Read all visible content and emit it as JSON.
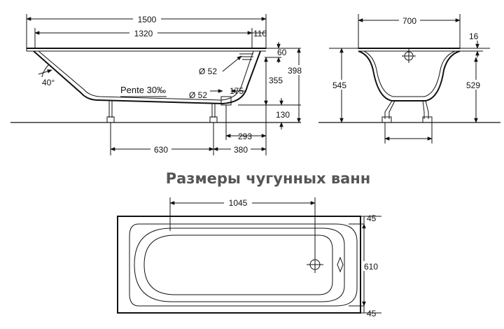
{
  "title": "Размеры чугунных ванн",
  "side_view": {
    "overall_length": "1500",
    "inner_length": "1320",
    "rim_overhang": "110",
    "rim_height": "60",
    "overflow_diameter": "Ø 52",
    "drain_diameter": "Ø 52",
    "slope_note": "Pente 30‰",
    "back_angle": "40°",
    "drain_offset": "175",
    "total_height": "398",
    "overflow_height": "355",
    "drain_height": "130",
    "leg_spacing_a": "630",
    "leg_spacing_b": "380",
    "drain_to_end": "293"
  },
  "end_view": {
    "width": "700",
    "rim_thickness": "16",
    "height_outer": "545",
    "height_inner": "529"
  },
  "top_view": {
    "inner_length": "1045",
    "edge_top": "45",
    "inner_width": "610",
    "edge_bottom": "45"
  }
}
